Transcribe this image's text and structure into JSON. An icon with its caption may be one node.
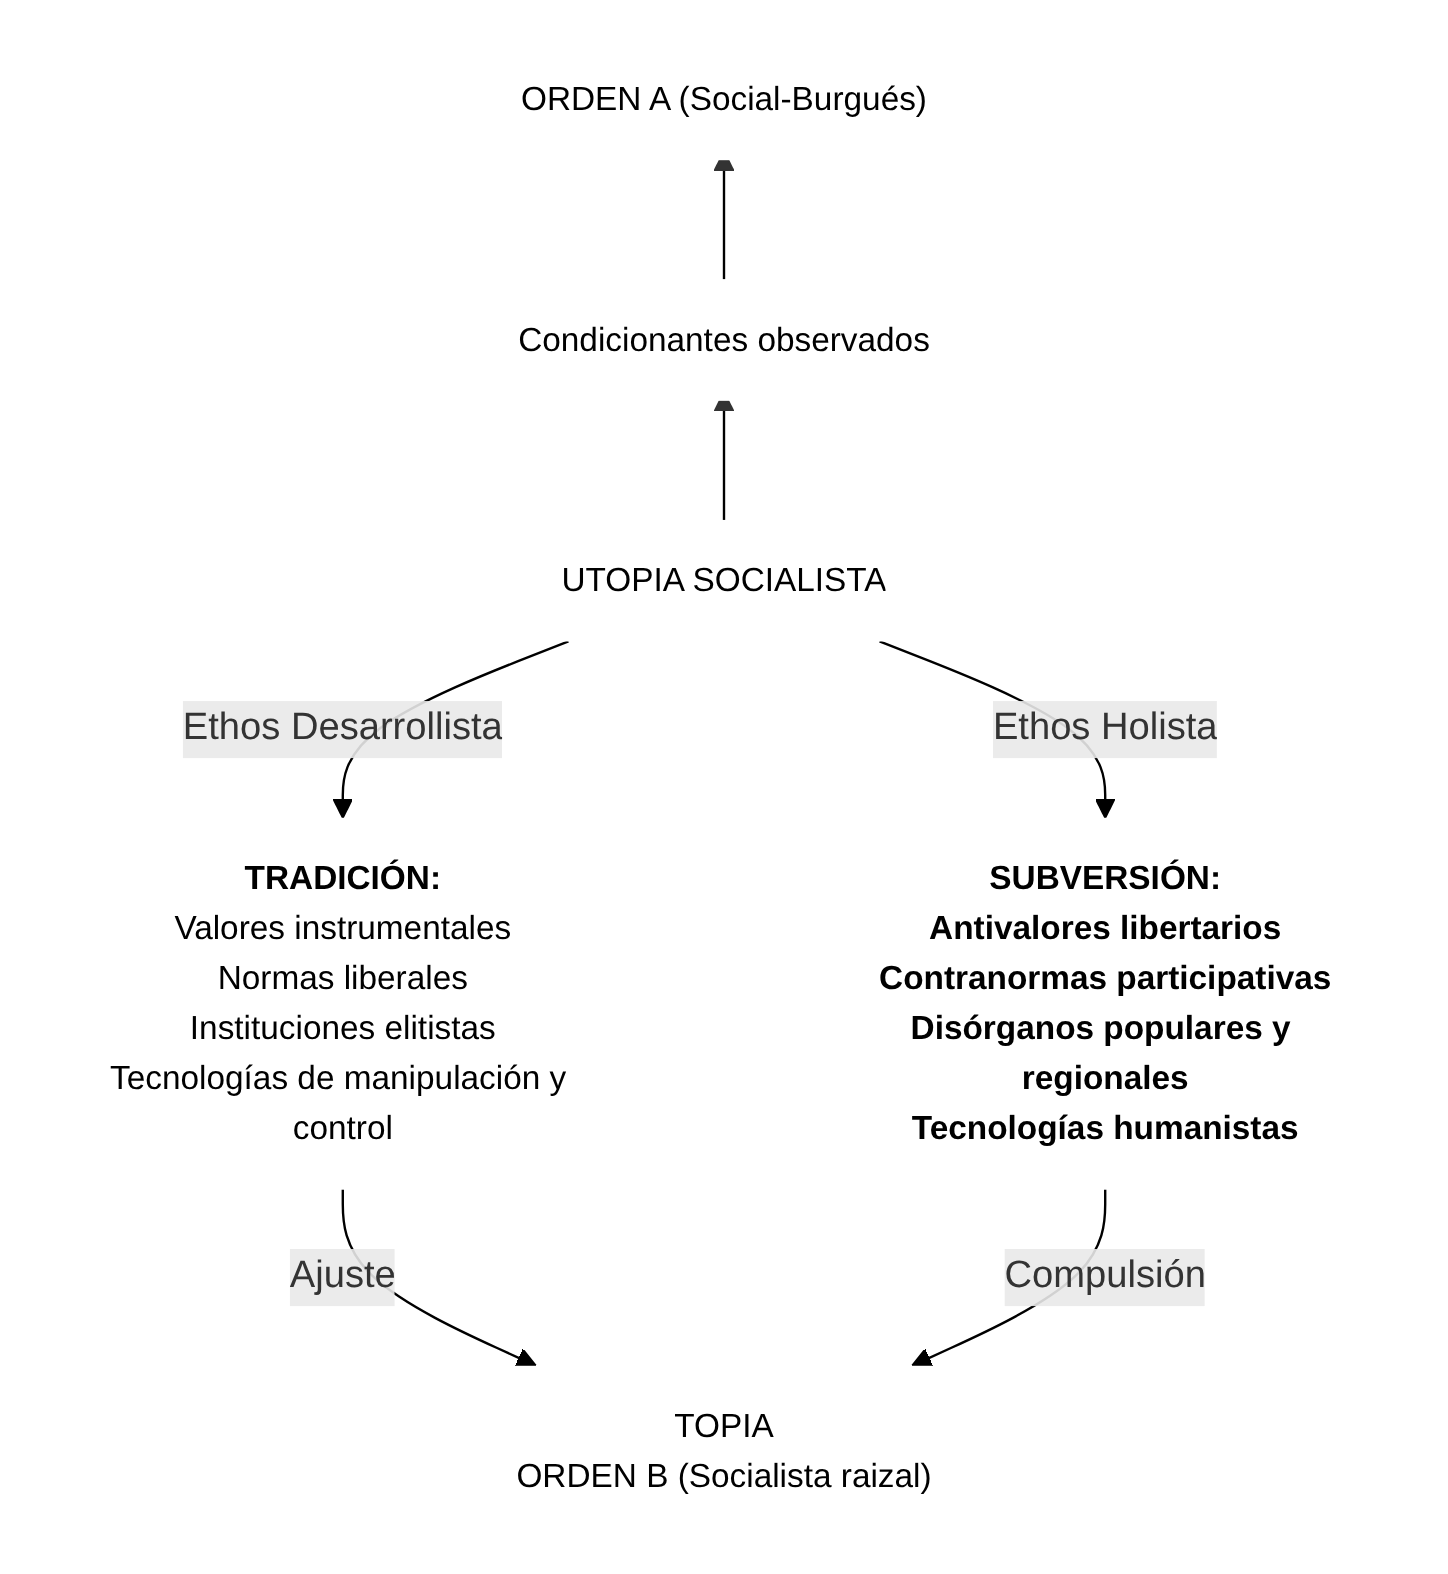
{
  "diagram": {
    "nodes": [
      {
        "text": [
          "ORDEN  A (Social-Burgués)"
        ]
      },
      {
        "text": [
          "Condicionantes observados"
        ]
      },
      {
        "text": [
          "UTOPIA SOCIALISTA"
        ]
      },
      {
        "text": [
          "TRADICIÓN:",
          "Valores instrumentales",
          "Normas liberales",
          "Instituciones elitistas",
          "Tecnologías de manipulación y control"
        ]
      },
      {
        "text": [
          "SUBVERSIÓN:",
          "Antivalores libertarios",
          "Contranormas participativas",
          "Disórganos populares y regionales",
          "Tecnologías humanistas"
        ]
      },
      {
        "text": [
          "TOPIA",
          "ORDEN B (Socialista raizal)"
        ]
      }
    ],
    "edges": [
      {
        "from": 2,
        "to": 1,
        "arrow": "to"
      },
      {
        "from": 1,
        "to": 0,
        "arrow": "to"
      },
      {
        "from": 2,
        "to": 3,
        "arrow": "to",
        "label": "Ethos Desarrollista"
      },
      {
        "from": 2,
        "to": 4,
        "arrow": "to",
        "label": "Ethos Holista"
      },
      {
        "from": 3,
        "to": 5,
        "arrow": "to",
        "label": "Ajuste"
      },
      {
        "from": 4,
        "to": 5,
        "arrow": "to",
        "label": "Compulsión"
      }
    ]
  }
}
